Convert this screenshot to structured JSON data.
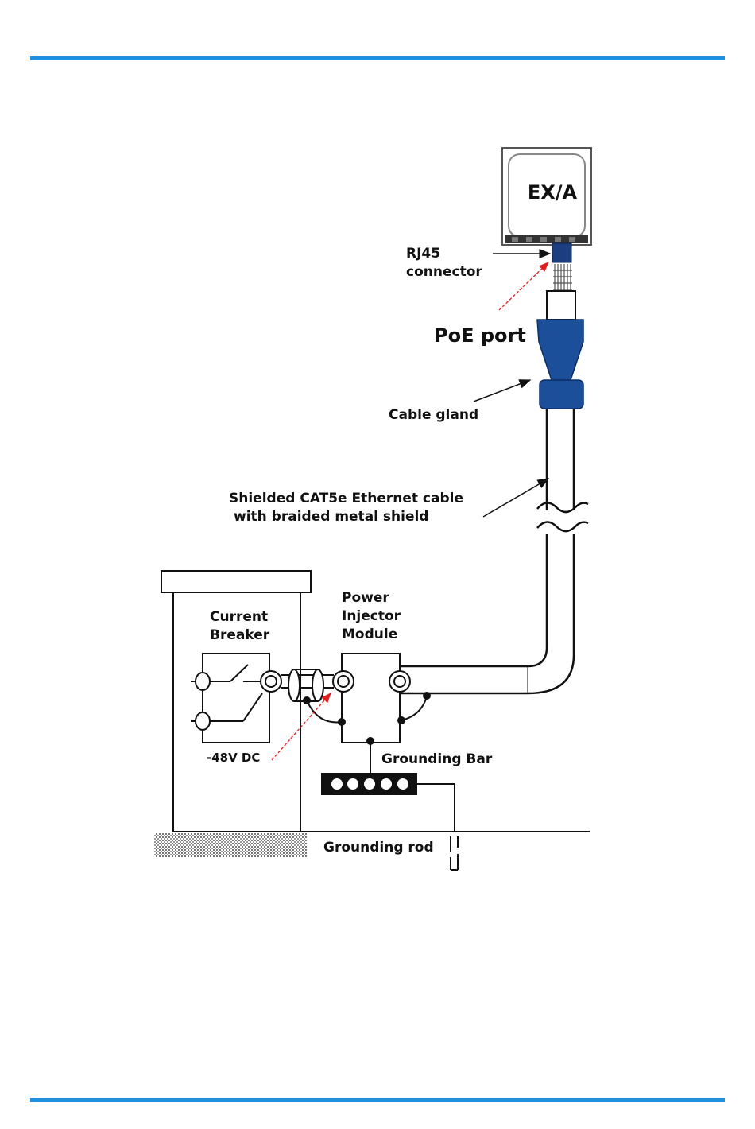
{
  "page": {
    "accent_color": "#1e90e0"
  },
  "diagram": {
    "device_label": "EX/A",
    "rj45_line1": "RJ45",
    "rj45_line2": "connector",
    "poe_port": "PoE port",
    "cable_gland": "Cable gland",
    "cable_line1": "Shielded CAT5e Ethernet cable",
    "cable_line2": "with braided metal shield",
    "breaker_line1": "Current",
    "breaker_line2": "Breaker",
    "injector_line1": "Power",
    "injector_line2": "Injector",
    "injector_line3": "Module",
    "voltage": "-48V DC",
    "grounding_bar": "Grounding Bar",
    "grounding_rod": "Grounding rod",
    "colors": {
      "gland": "#1c4f9a",
      "pointer_red": "#e02020",
      "line": "#111111"
    }
  }
}
